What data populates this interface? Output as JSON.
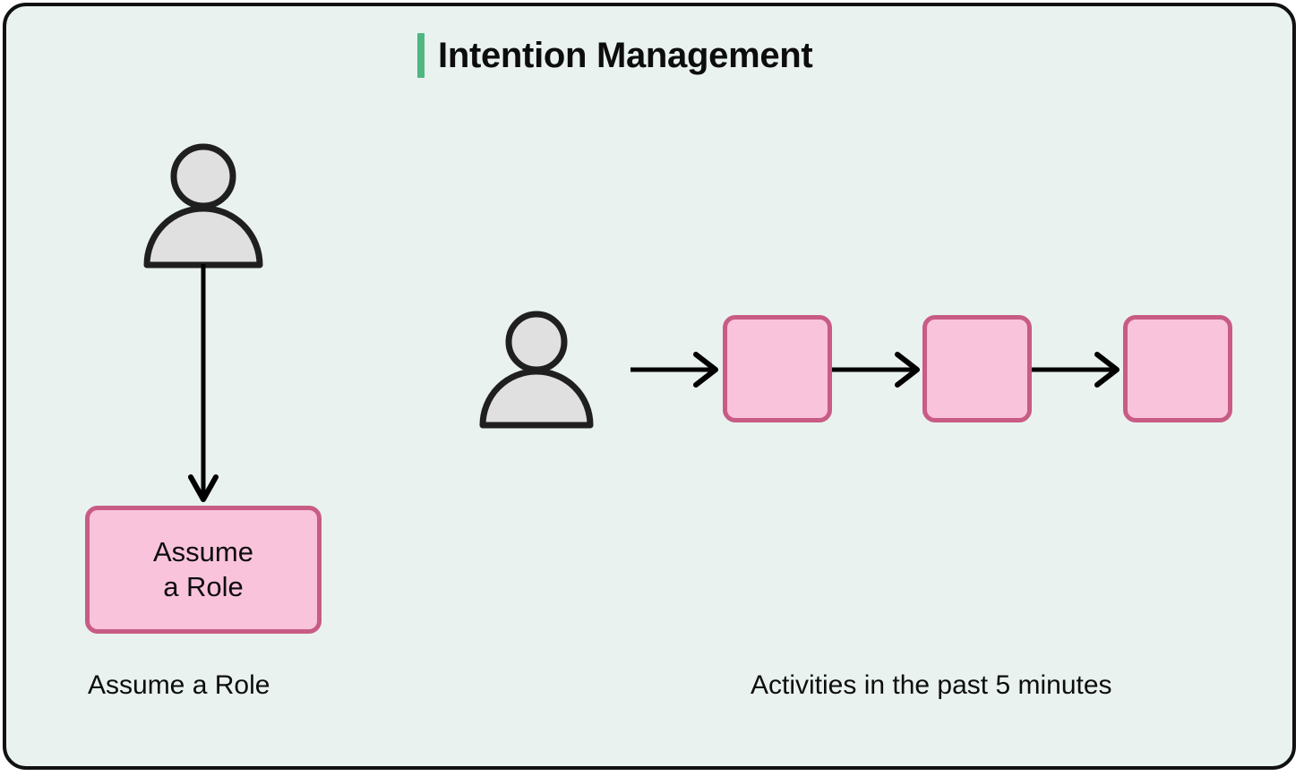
{
  "theme": {
    "canvas_background": "#e9f2ef",
    "canvas_border": "#111111",
    "accent_green": "#4fb782",
    "box_fill": "#f9c3dc",
    "box_border": "#c85c84",
    "icon_fill": "#e0e0e0",
    "icon_stroke": "#1f1f1f",
    "text_color": "#0d0d0d"
  },
  "header": {
    "title": "Intention Management",
    "accent_icon": "vertical-accent-bar"
  },
  "panels": {
    "left": {
      "caption": "Assume a Role",
      "actor_icon": "person-icon",
      "arrow_icon": "arrow-down-icon",
      "box": {
        "label": "Assume\na Role"
      }
    },
    "right": {
      "caption": "Activities in the past 5 minutes",
      "actor_icon": "person-icon",
      "arrow_icon": "arrow-right-icon",
      "steps": [
        {
          "label": ""
        },
        {
          "label": ""
        },
        {
          "label": ""
        }
      ]
    }
  }
}
